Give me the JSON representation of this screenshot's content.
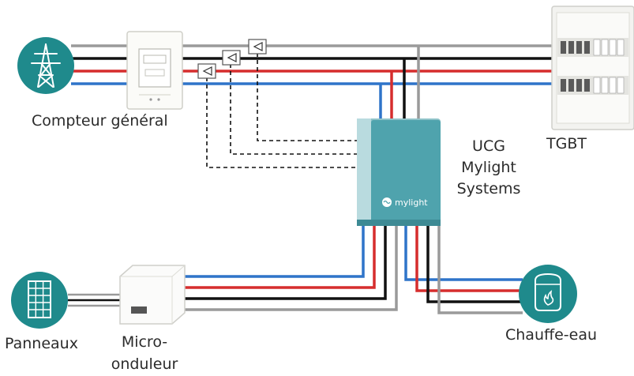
{
  "labels": {
    "compteur": "Compteur général",
    "tgbt": "TGBT",
    "ucg_line1": "UCG",
    "ucg_line2": "Mylight",
    "ucg_line3": "Systems",
    "panneaux": "Panneaux",
    "micro_line1": "Micro-",
    "micro_line2": "onduleur",
    "chauffe_eau": "Chauffe-eau"
  },
  "device_text": {
    "ucg_brand": "mylight"
  },
  "colors": {
    "wire_black": "#111111",
    "wire_grey": "#9a9a9a",
    "wire_red": "#d62d2d",
    "wire_blue": "#2f74c9",
    "icon_teal": "#1f8a8c",
    "ucg_body": "#4fa3ad"
  },
  "icons": [
    "pylon-icon",
    "solar-panel-icon",
    "water-heater-icon"
  ]
}
